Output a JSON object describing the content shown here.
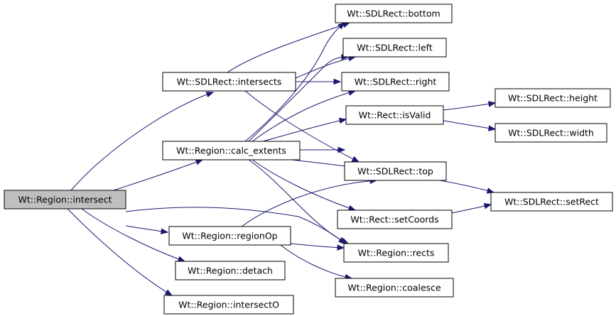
{
  "nodes": [
    {
      "id": "root",
      "label": "Wt::Region::intersect"
    },
    {
      "id": "intersects",
      "label": "Wt::SDLRect::intersects"
    },
    {
      "id": "calc_extents",
      "label": "Wt::Region::calc_extents"
    },
    {
      "id": "regionOp",
      "label": "Wt::Region::regionOp"
    },
    {
      "id": "detach",
      "label": "Wt::Region::detach"
    },
    {
      "id": "intersectO",
      "label": "Wt::Region::intersectO"
    },
    {
      "id": "bottom",
      "label": "Wt::SDLRect::bottom"
    },
    {
      "id": "left",
      "label": "Wt::SDLRect::left"
    },
    {
      "id": "right",
      "label": "Wt::SDLRect::right"
    },
    {
      "id": "isValid",
      "label": "Wt::Rect::isValid"
    },
    {
      "id": "top",
      "label": "Wt::SDLRect::top"
    },
    {
      "id": "setCoords",
      "label": "Wt::Rect::setCoords"
    },
    {
      "id": "rects",
      "label": "Wt::Region::rects"
    },
    {
      "id": "coalesce",
      "label": "Wt::Region::coalesce"
    },
    {
      "id": "height",
      "label": "Wt::SDLRect::height"
    },
    {
      "id": "width",
      "label": "Wt::SDLRect::width"
    },
    {
      "id": "setRect",
      "label": "Wt::SDLRect::setRect"
    }
  ],
  "edges": [
    [
      "root",
      "intersects"
    ],
    [
      "root",
      "calc_extents"
    ],
    [
      "root",
      "regionOp"
    ],
    [
      "root",
      "detach"
    ],
    [
      "root",
      "intersectO"
    ],
    [
      "root",
      "rects"
    ],
    [
      "intersects",
      "bottom"
    ],
    [
      "intersects",
      "left"
    ],
    [
      "intersects",
      "right"
    ],
    [
      "intersects",
      "top"
    ],
    [
      "calc_extents",
      "bottom"
    ],
    [
      "calc_extents",
      "left"
    ],
    [
      "calc_extents",
      "right"
    ],
    [
      "calc_extents",
      "isValid"
    ],
    [
      "calc_extents",
      "top"
    ],
    [
      "calc_extents",
      "setCoords"
    ],
    [
      "calc_extents",
      "rects"
    ],
    [
      "calc_extents",
      "setRect"
    ],
    [
      "regionOp",
      "top"
    ],
    [
      "regionOp",
      "rects"
    ],
    [
      "regionOp",
      "coalesce"
    ],
    [
      "isValid",
      "height"
    ],
    [
      "isValid",
      "width"
    ],
    [
      "setCoords",
      "setRect"
    ]
  ],
  "colors": {
    "edge": "#191970",
    "root_fill": "#bfbfbf",
    "node_fill": "#ffffff",
    "border": "#000000"
  }
}
